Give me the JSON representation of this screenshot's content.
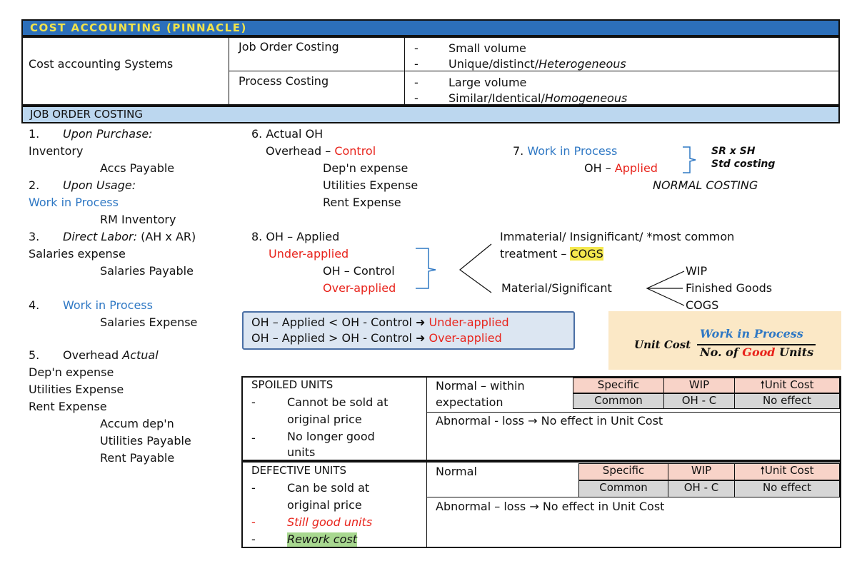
{
  "header": {
    "title": "COST ACCOUNTING (PINNACLE)"
  },
  "systems": {
    "label": "Cost accounting Systems",
    "job_order": {
      "name": "Job Order Costing",
      "b1": "Small volume",
      "b2": "Unique/distinct/",
      "b2_ital": "Heterogeneous"
    },
    "process": {
      "name": "Process Costing",
      "b1": "Large volume",
      "b2": "Similar/Identical/",
      "b2_ital": "Homogeneous"
    },
    "dash": "-"
  },
  "section": {
    "title": "JOB ORDER COSTING"
  },
  "left": {
    "s1_num": "1.",
    "s1_title": "Upon Purchase:",
    "s1_dr": "Inventory",
    "s1_cr": "Accs Payable",
    "s2_num": "2.",
    "s2_title": "Upon Usage:",
    "s2_dr": "Work in Process",
    "s2_cr": "RM Inventory",
    "s3_num": "3.",
    "s3_title": "Direct Labor:",
    "s3_extra": "(AH x AR)",
    "s3_dr": "Salaries expense",
    "s3_cr": "Salaries Payable",
    "s4_num": "4.",
    "s4_dr": "Work in Process",
    "s4_cr": "Salaries Expense",
    "s5_num": "5.",
    "s5_title": "Overhead",
    "s5_title_ital": "Actual",
    "s5_dr1": "Dep'n expense",
    "s5_dr2": "Utilities Expense",
    "s5_dr3": "Rent Expense",
    "s5_cr1": "Accum dep'n",
    "s5_cr2": "Utilities Payable",
    "s5_cr3": "Rent Payable"
  },
  "mid": {
    "s6_title": "6. Actual OH",
    "s6_dr_a": "Overhead – ",
    "s6_dr_b": "Control",
    "s6_cr1": "Dep'n expense",
    "s6_cr2": "Utilities Expense",
    "s6_cr3": "Rent Expense",
    "s7_title_a": "7. ",
    "s7_title_b": "Work in Process",
    "s7_cr_a": "OH – ",
    "s7_cr_b": "Applied",
    "s7_note1": "SR x SH",
    "s7_note2": "Std costing",
    "s7_normal": "NORMAL COSTING",
    "s8_title": "8. OH – Applied",
    "s8_under": "Under-applied",
    "s8_ctrl": "OH – Control",
    "s8_over": "Over-applied",
    "immaterial": "Immaterial/ Insignificant/ *most common",
    "treatment_a": "treatment – ",
    "treatment_b": "COGS",
    "material": "Material/Significant",
    "alloc1": "WIP",
    "alloc2": "Finished Goods",
    "alloc3": "COGS"
  },
  "oh_box": {
    "line1_a": "OH – Applied < OH -  Control ",
    "line1_b": "Under-applied",
    "line2_a": "OH – Applied > OH -  Control ",
    "line2_b": "Over-applied"
  },
  "unit_cost": {
    "label": "Unit Cost",
    "num": "Work in Process",
    "den_a": "No. of ",
    "den_b": "Good",
    "den_c": " Units"
  },
  "spoiled": {
    "title": "SPOILED UNITS",
    "p1a": "Cannot be sold at",
    "p1b": "original price",
    "p2a": "No longer good",
    "p2b": "units",
    "normal_a": "Normal – within",
    "normal_b": "expectation",
    "specific": "Specific",
    "wip": "WIP",
    "unit_cost": "Unit Cost",
    "common": "Common",
    "ohc": "OH - C",
    "noeffect": "No effect",
    "abnormal": "Abnormal - loss → No effect in Unit Cost"
  },
  "defective": {
    "title": "DEFECTIVE UNITS",
    "p1a": "Can be sold at",
    "p1b": "original price",
    "p2": "Still good units",
    "p3": "Rework cost",
    "normal": "Normal",
    "specific": "Specific",
    "wip": "WIP",
    "unit_cost": "Unit Cost",
    "common": "Common",
    "ohc": "OH - C",
    "noeffect": "No effect",
    "abnormal": "Abnormal – loss → No effect in Unit Cost"
  }
}
